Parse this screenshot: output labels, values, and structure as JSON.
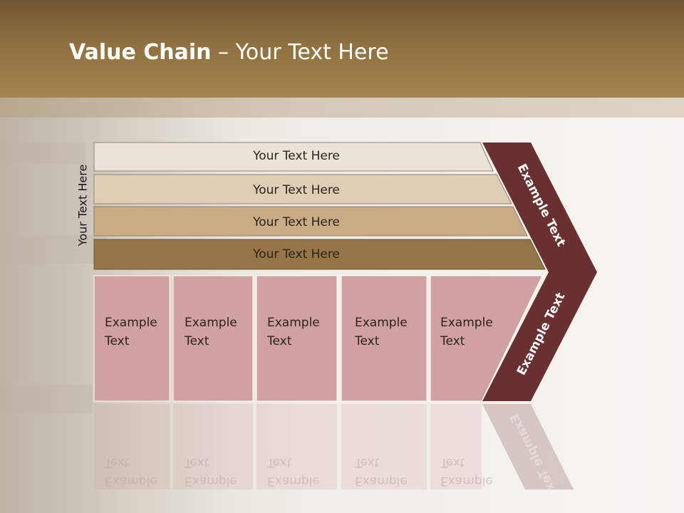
{
  "title": {
    "bold": "Value Chain",
    "rest": " – Your Text Here"
  },
  "side_label": "Your Text Here",
  "bars": [
    "Your Text Here",
    "Your Text Here",
    "Your Text Here",
    "Your Text Here"
  ],
  "cells": [
    "Example\nText",
    "Example\nText",
    "Example\nText",
    "Example\nText",
    "Example\nText"
  ],
  "chevron": {
    "upper": "Example Text",
    "lower": "Example Text"
  },
  "colors": {
    "header": "#8e713f",
    "bar1": "#ece3d7",
    "bar2": "#dfcdb6",
    "bar3": "#c9ac86",
    "bar4": "#957545",
    "cell": "#d1a0a1",
    "chevron": "#6a2f31"
  }
}
